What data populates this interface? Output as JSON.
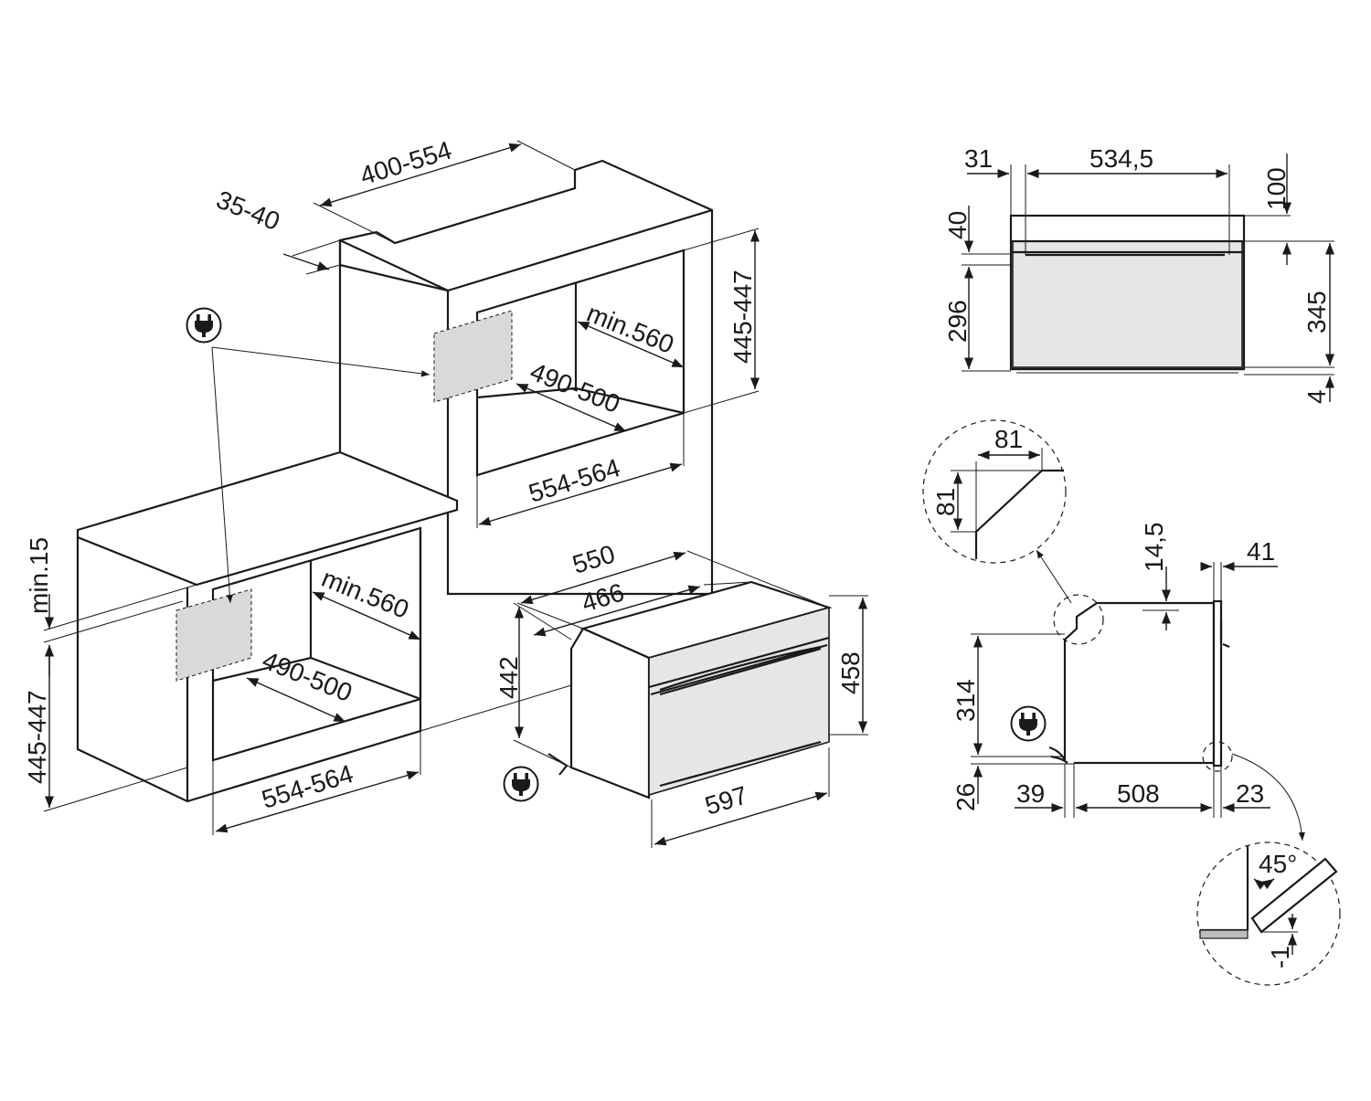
{
  "diagram": {
    "upper_cabinet": {
      "width_top": "400-554",
      "depth_gap": "35-40",
      "height": "445-447",
      "depth": "min.560",
      "inner_depth": "490-500",
      "width": "554-564"
    },
    "lower_cabinet": {
      "clearance": "min.15",
      "height": "445-447",
      "depth": "min.560",
      "inner_depth": "490-500",
      "width": "554-564"
    },
    "appliance_iso": {
      "depth": "550",
      "body_depth": "466",
      "body_height": "442",
      "front_height": "458",
      "front_width": "597"
    },
    "front_view": {
      "left_offset": "31",
      "width": "534,5",
      "top": "100",
      "panel": "40",
      "cavity": "296",
      "total": "345",
      "bottom": "4"
    },
    "detail_chamfer": {
      "horizontal": "81",
      "vertical": "81"
    },
    "side_view": {
      "top_gap": "14,5",
      "door": "41",
      "height": "314",
      "bottom": "26",
      "rear": "39",
      "depth": "508",
      "front": "23"
    },
    "detail_angle": {
      "angle": "45°",
      "offset": "-1"
    },
    "icons": [
      "plug-icon",
      "plug-icon",
      "plug-icon",
      "plug-icon"
    ]
  }
}
